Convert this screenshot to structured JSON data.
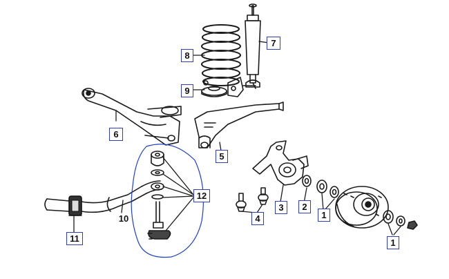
{
  "diagram": {
    "callouts": [
      {
        "id": "c1a",
        "text": "1",
        "boxed": true
      },
      {
        "id": "c1b",
        "text": "1",
        "boxed": true
      },
      {
        "id": "c2",
        "text": "2",
        "boxed": true
      },
      {
        "id": "c3",
        "text": "3",
        "boxed": true
      },
      {
        "id": "c4",
        "text": "4",
        "boxed": true
      },
      {
        "id": "c5",
        "text": "5",
        "boxed": true
      },
      {
        "id": "c6",
        "text": "6",
        "boxed": true
      },
      {
        "id": "c7",
        "text": "7",
        "boxed": true
      },
      {
        "id": "c8",
        "text": "8",
        "boxed": true
      },
      {
        "id": "c9",
        "text": "9",
        "boxed": true
      },
      {
        "id": "c10",
        "text": "10",
        "boxed": false
      },
      {
        "id": "c11",
        "text": "11",
        "boxed": true
      },
      {
        "id": "c12",
        "text": "12",
        "boxed": true
      }
    ],
    "colors": {
      "ink": "#1a1a1a",
      "label_border": "#2f3fb0",
      "annotation_circle": "#1f3fc4"
    },
    "annotation": "hand-drawn-circle-around-stabilizer-link"
  }
}
